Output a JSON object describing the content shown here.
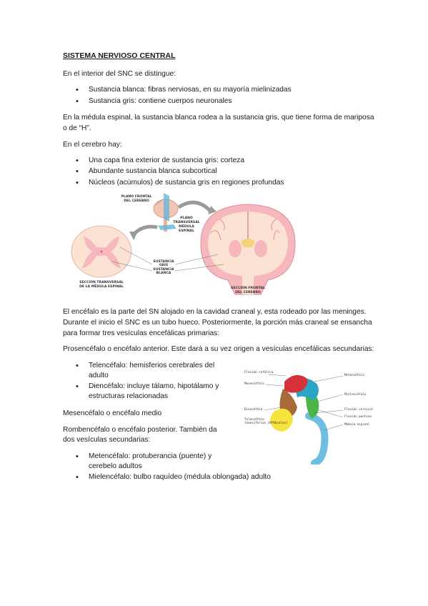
{
  "title": "SISTEMA NERVIOSO CENTRAL",
  "intro": "En el interior del SNC se distingue:",
  "list1": [
    "Sustancia blanca: fibras nerviosas, en su mayoría mielinizadas",
    "Sustancia gris: contiene cuerpos neuronales"
  ],
  "para_medula_1": "En la médula espinal, la sustancia blanca rodea a la sustancia gris, que tiene forma de mariposa",
  "para_medula_2": "o de “H”.",
  "cerebro_intro": "En el cerebro hay:",
  "list2": [
    "Una capa fina exterior de sustancia gris: corteza",
    "Abundante sustancia blanca subcortical",
    "Núcleos (acúmulos) de sustancia gris en regiones profundas"
  ],
  "fig1": {
    "plano_frontal_1": "PLANO FRONTAL",
    "plano_frontal_2": "DEL CEREBRO",
    "plano_transversal_1": "PLANO",
    "plano_transversal_2": "TRANSVERSAL",
    "plano_transversal_3": "MÉDULA",
    "plano_transversal_4": "ESPINAL",
    "sustancia_gris_1": "SUSTANCIA",
    "sustancia_gris_2": "GRIS",
    "sustancia_blanca_1": "SUSTANCIA",
    "sustancia_blanca_2": "BLANCA",
    "seccion_transversal_1": "SECCIÓN TRANSVERSAL",
    "seccion_transversal_2": "DE LA MÉDULA ESPINAL",
    "seccion_frontal_1": "SECCIÓN FRONTAL",
    "seccion_frontal_2": "DEL CEREBRO"
  },
  "encefalo_lines": [
    "El encéfalo es la parte del SN alojado en la cavidad craneal y, esta rodeado por las meninges.",
    "Durante el inicio el SNC es un tubo hueco. Posteriormente, la porción más craneal se ensancha",
    "para formar tres vesículas encefálicas primarias:"
  ],
  "prosencefalo": "Prosencéfalo o encéfalo anterior. Este dará a su vez origen a vesículas encefálicas secundarias:",
  "list3": [
    {
      "line1": "Telencéfalo: hemisferios cerebrales del",
      "line2": "adulto"
    },
    {
      "line1": "Diencéfalo: incluye tálamo, hipotálamo y",
      "line2": "estructuras relacionadas"
    }
  ],
  "mesencefalo": "Mesencéfalo o encéfalo medio",
  "rombencefalo_1": "Rombencéfalo o encéfalo posterior. También da",
  "rombencefalo_2": "dos vesículas secundarias:",
  "list4": [
    {
      "line1": "Metencéfalo: protuberancia (puente) y",
      "line2": "cerebelo adultos"
    },
    {
      "line1": "Mielencéfalo: bulbo raquídeo (médula oblongada) adulto",
      "line2": ""
    }
  ],
  "fig2": {
    "flexion_cefalica": "Flexión cefálica",
    "mesencefalo": "Mesencéfalo",
    "metencefalo": "Metencéfalo",
    "mielencefalo": "Mielencéfalo",
    "diencefalo": "Diencéfalo",
    "flexion_cervical": "Flexión cervical",
    "flexion_pontina": "Flexión pontina",
    "telencefalo_1": "Telencéfalo",
    "telencefalo_2": "(hemisferios cerebrales)",
    "medula_espinal": "Médula espinal"
  },
  "colors": {
    "text": "#1a1a1a",
    "gray_matter": "#f6b7bd",
    "white_matter": "#fbe2d2",
    "telencefalo": "#f6e33c",
    "diencefalo": "#a86a3a",
    "mesencefalo": "#d6323a",
    "metencefalo": "#2aa6c4",
    "mielencefalo": "#4cb54a",
    "medula": "#6fbde0"
  }
}
